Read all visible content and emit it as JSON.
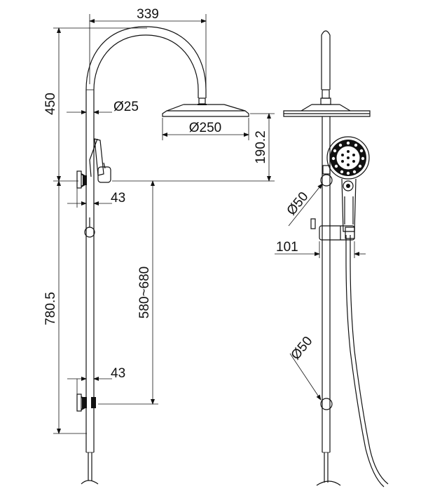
{
  "drawing": {
    "front_view": {
      "dim_arm_reach": "339",
      "dim_arm_height": "450",
      "dim_arm_diameter": "Ø25",
      "dim_head_diameter": "Ø250",
      "dim_head_drop": "190.2",
      "dim_bracket_top": "43",
      "dim_bracket_bottom": "43",
      "dim_adjust_range": "580~680",
      "dim_rail_length": "780.5"
    },
    "side_view": {
      "dim_handset_diameter": "Ø50",
      "dim_projection": "101",
      "dim_lower_diameter": "Ø50"
    }
  }
}
